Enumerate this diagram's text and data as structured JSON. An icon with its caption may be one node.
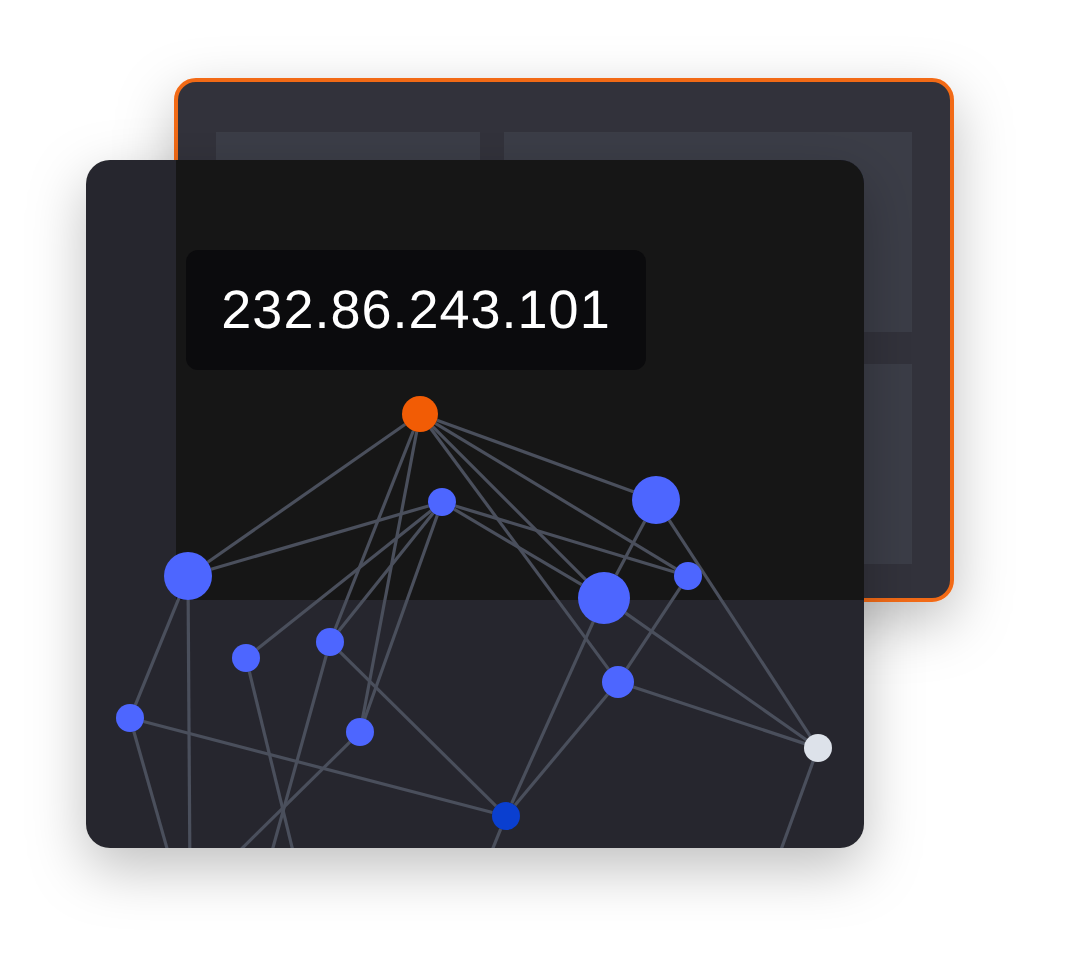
{
  "diagram": {
    "nodes": [
      {
        "text": [
          "232.86.243.101"
        ]
      },
      {
        "text": [],
        "shape": "circle"
      },
      {
        "text": [],
        "shape": "circle"
      },
      {
        "text": [],
        "shape": "circle"
      },
      {
        "text": [],
        "shape": "circle"
      },
      {
        "text": [],
        "shape": "circle"
      },
      {
        "text": [],
        "shape": "circle"
      },
      {
        "text": [],
        "shape": "circle"
      },
      {
        "text": [],
        "shape": "circle"
      },
      {
        "text": [],
        "shape": "circle"
      },
      {
        "text": [],
        "shape": "circle"
      },
      {
        "text": [],
        "shape": "circle"
      },
      {
        "text": [],
        "shape": "circle"
      },
      {
        "text": [],
        "shape": "circle"
      }
    ],
    "edges": [
      {
        "from": 1,
        "to": 3,
        "arrow": "none"
      },
      {
        "from": 1,
        "to": 8,
        "arrow": "none"
      },
      {
        "from": 1,
        "to": 10,
        "arrow": "none"
      },
      {
        "from": 1,
        "to": 4,
        "arrow": "none"
      },
      {
        "from": 1,
        "to": 5,
        "arrow": "none"
      },
      {
        "from": 1,
        "to": 11,
        "arrow": "none"
      },
      {
        "from": 1,
        "to": 6,
        "arrow": "none"
      },
      {
        "from": 2,
        "to": 3,
        "arrow": "none"
      },
      {
        "from": 2,
        "to": 7,
        "arrow": "none"
      },
      {
        "from": 2,
        "to": 8,
        "arrow": "none"
      },
      {
        "from": 2,
        "to": 10,
        "arrow": "none"
      },
      {
        "from": 2,
        "to": 6,
        "arrow": "none"
      },
      {
        "from": 2,
        "to": 5,
        "arrow": "none"
      },
      {
        "from": 4,
        "to": 5,
        "arrow": "none"
      },
      {
        "from": 4,
        "to": 12,
        "arrow": "none"
      },
      {
        "from": 6,
        "to": 11,
        "arrow": "none"
      },
      {
        "from": 5,
        "to": 12,
        "arrow": "none"
      },
      {
        "from": 11,
        "to": 12,
        "arrow": "none"
      },
      {
        "from": 11,
        "to": 13,
        "arrow": "none"
      },
      {
        "from": 5,
        "to": 13,
        "arrow": "none"
      },
      {
        "from": 3,
        "to": 9,
        "arrow": "none"
      },
      {
        "from": 9,
        "to": 13,
        "arrow": "none"
      },
      {
        "from": 8,
        "to": 13,
        "arrow": "none"
      },
      {
        "from": 3,
        "to": null,
        "arrow": "none"
      },
      {
        "from": 9,
        "to": null,
        "arrow": "none"
      },
      {
        "from": 7,
        "to": null,
        "arrow": "none"
      },
      {
        "from": 10,
        "to": null,
        "arrow": "none"
      },
      {
        "from": 8,
        "to": null,
        "arrow": "none"
      },
      {
        "from": 13,
        "to": null,
        "arrow": "none"
      },
      {
        "from": 12,
        "to": null,
        "arrow": "none"
      }
    ]
  }
}
